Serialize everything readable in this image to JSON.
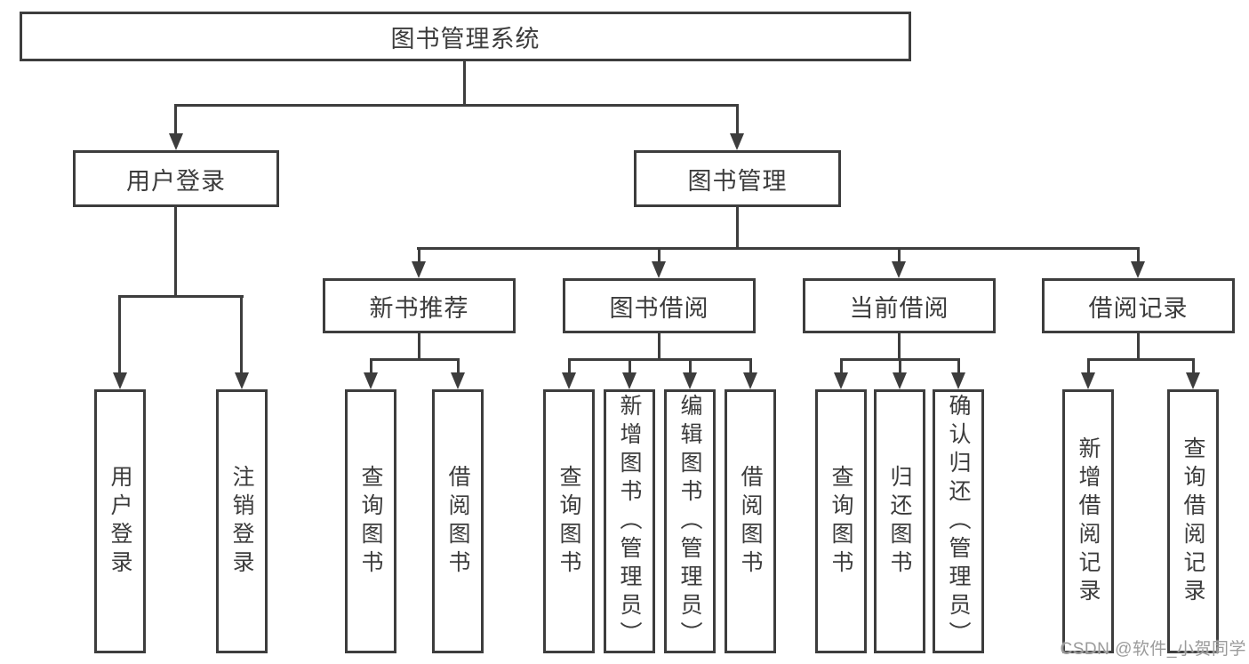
{
  "diagram": {
    "root": {
      "label": "图书管理系统"
    },
    "level2": [
      {
        "label": "用户登录"
      },
      {
        "label": "图书管理"
      }
    ],
    "level3": [
      {
        "label": "新书推荐"
      },
      {
        "label": "图书借阅"
      },
      {
        "label": "当前借阅"
      },
      {
        "label": "借阅记录"
      }
    ],
    "leaves": {
      "user_login": [
        {
          "label": "用户登录"
        },
        {
          "label": "注销登录"
        }
      ],
      "new_book_recommend": [
        {
          "label": "查询图书"
        },
        {
          "label": "借阅图书"
        }
      ],
      "book_borrowing": [
        {
          "label": "查询图书"
        },
        {
          "label": "新增图书（管理员）"
        },
        {
          "label": "编辑图书（管理员）"
        },
        {
          "label": "借阅图书"
        }
      ],
      "current_borrowing": [
        {
          "label": "查询图书"
        },
        {
          "label": "归还图书"
        },
        {
          "label": "确认归还（管理员）"
        }
      ],
      "borrowing_records": [
        {
          "label": "新增借阅记录"
        },
        {
          "label": "查询借阅记录"
        }
      ]
    },
    "watermark": "CSDN @软件_小贺同学",
    "colors": {
      "line": "#3d3d3d",
      "text": "#3c3c3c",
      "watermark": "#9b9b9b",
      "background": "#ffffff"
    }
  }
}
